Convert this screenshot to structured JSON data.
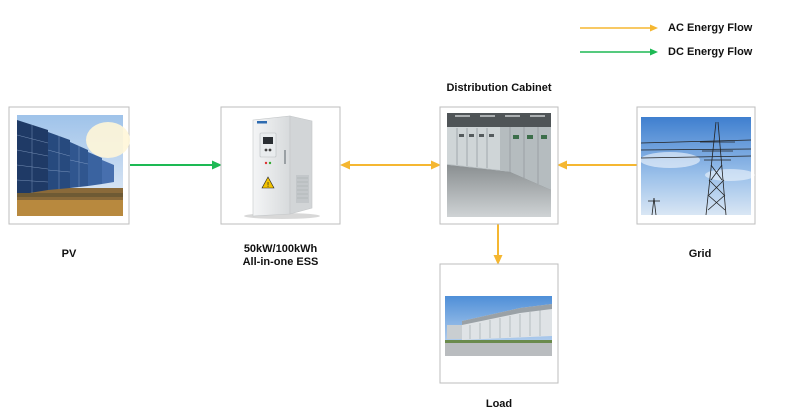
{
  "legend": {
    "ac": {
      "label": "AC Energy Flow",
      "color": "#f5b731"
    },
    "dc": {
      "label": "DC Energy Flow",
      "color": "#1db954"
    }
  },
  "nodes": {
    "pv": {
      "label": "PV",
      "image": "solar-panels-photo"
    },
    "ess": {
      "label_line1": "50kW/100kWh",
      "label_line2": "All-in-one ESS",
      "image": "battery-cabinet-photo"
    },
    "cabinet": {
      "label": "Distribution Cabinet",
      "image": "switchgear-room-photo"
    },
    "grid": {
      "label": "Grid",
      "image": "power-tower-photo"
    },
    "load": {
      "label": "Load",
      "image": "factory-building-photo"
    }
  },
  "flows": [
    {
      "from": "PV",
      "to": "50kW/100kWh All-in-one ESS",
      "type": "DC",
      "direction": "one-way"
    },
    {
      "from": "50kW/100kWh All-in-one ESS",
      "to": "Distribution Cabinet",
      "type": "AC",
      "direction": "two-way"
    },
    {
      "from": "Grid",
      "to": "Distribution Cabinet",
      "type": "AC",
      "direction": "one-way"
    },
    {
      "from": "Distribution Cabinet",
      "to": "Load",
      "type": "AC",
      "direction": "one-way"
    }
  ]
}
